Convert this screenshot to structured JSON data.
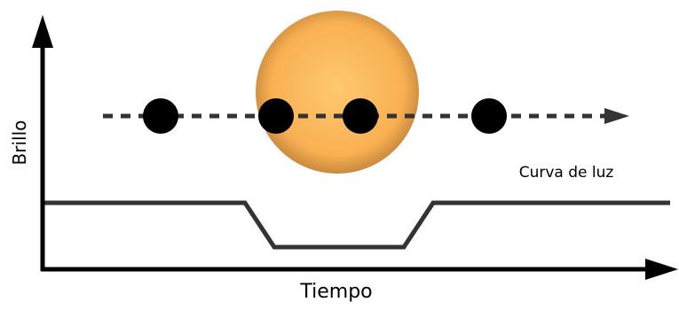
{
  "labels": {
    "y_axis": "Brillo",
    "x_axis": "Tiempo",
    "curve": "Curva de luz"
  },
  "colors": {
    "axis": "#000000",
    "curve": "#333333",
    "planet": "#000000",
    "star_center": "#ffc870",
    "star_mid": "#f9b052",
    "star_edge": "#c9893d",
    "path": "#333333"
  }
}
